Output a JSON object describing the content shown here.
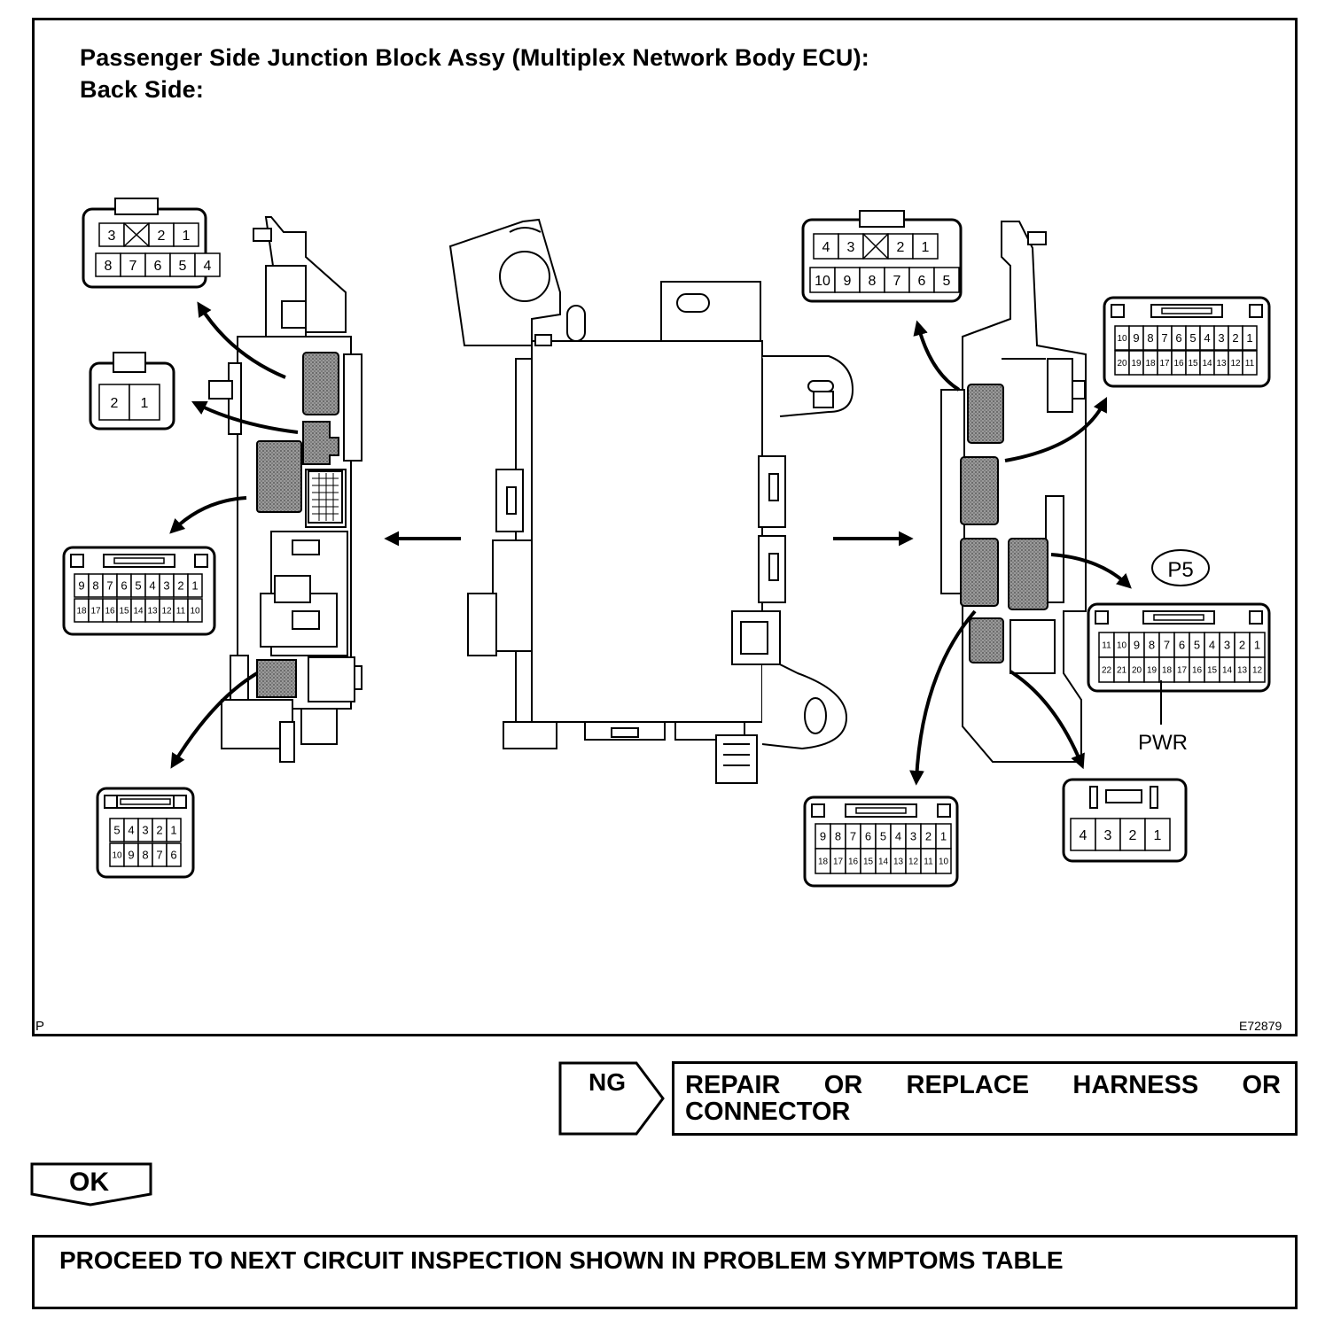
{
  "figure": {
    "title_line1": "Passenger Side Junction Block Assy (Multiplex Network Body ECU):",
    "title_line2": "Back Side:",
    "corner_left": "P",
    "figure_id": "E72879",
    "connector_code": "P5",
    "terminal_label": "PWR"
  },
  "connectors": {
    "c_left_1": {
      "top": [
        "3",
        "X",
        "2",
        "1"
      ],
      "bottom": [
        "8",
        "7",
        "6",
        "5",
        "4"
      ]
    },
    "c_left_2": {
      "top": [
        "2",
        "1"
      ]
    },
    "c_left_3": {
      "top": [
        "9",
        "8",
        "7",
        "6",
        "5",
        "4",
        "3",
        "2",
        "1"
      ],
      "bottom": [
        "18",
        "17",
        "16",
        "15",
        "14",
        "13",
        "12",
        "11",
        "10"
      ]
    },
    "c_left_4": {
      "top": [
        "5",
        "4",
        "3",
        "2",
        "1"
      ],
      "bottom": [
        "10",
        "9",
        "8",
        "7",
        "6"
      ]
    },
    "c_right_1": {
      "top": [
        "4",
        "3",
        "X",
        "2",
        "1"
      ],
      "bottom": [
        "10",
        "9",
        "8",
        "7",
        "6",
        "5"
      ]
    },
    "c_right_2": {
      "top": [
        "10",
        "9",
        "8",
        "7",
        "6",
        "5",
        "4",
        "3",
        "2",
        "1"
      ],
      "bottom": [
        "20",
        "19",
        "18",
        "17",
        "16",
        "15",
        "14",
        "13",
        "12",
        "11"
      ]
    },
    "c_right_3": {
      "top": [
        "11",
        "10",
        "9",
        "8",
        "7",
        "6",
        "5",
        "4",
        "3",
        "2",
        "1"
      ],
      "bottom": [
        "22",
        "21",
        "20",
        "19",
        "18",
        "17",
        "16",
        "15",
        "14",
        "13",
        "12"
      ]
    },
    "c_right_4": {
      "top": [
        "9",
        "8",
        "7",
        "6",
        "5",
        "4",
        "3",
        "2",
        "1"
      ],
      "bottom": [
        "18",
        "17",
        "16",
        "15",
        "14",
        "13",
        "12",
        "11",
        "10"
      ]
    },
    "c_right_5": {
      "top": [
        "4",
        "3",
        "2",
        "1"
      ]
    }
  },
  "flow": {
    "ng_label": "NG",
    "ng_action_line1": "REPAIR OR REPLACE HARNESS OR",
    "ng_action_line2": "CONNECTOR",
    "ok_label": "OK",
    "ok_action": "PROCEED TO NEXT CIRCUIT INSPECTION SHOWN IN PROBLEM SYMPTOMS TABLE"
  }
}
